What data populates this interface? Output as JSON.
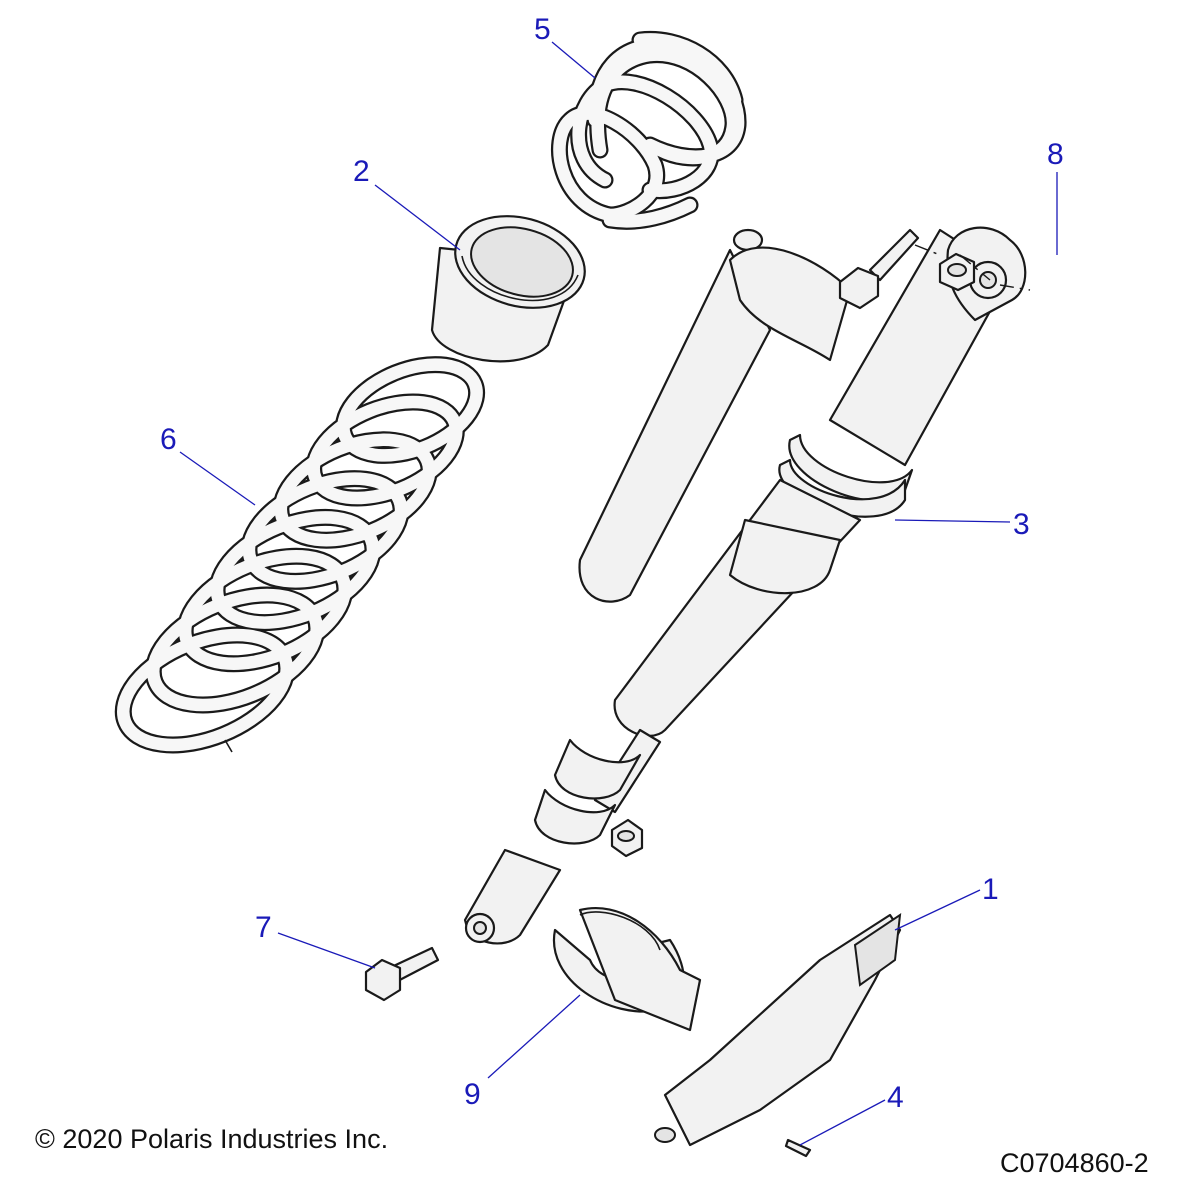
{
  "callouts": {
    "c1": "1",
    "c2": "2",
    "c3": "3",
    "c4": "4",
    "c5": "5",
    "c6": "6",
    "c7": "7",
    "c8": "8",
    "c9": "9"
  },
  "footer": {
    "copyright": "© 2020 Polaris Industries Inc.",
    "drawing_number": "C0704860-2"
  },
  "colors": {
    "callout": "#1a1ab8",
    "line": "#1a1a1a",
    "part_fill": "#f2f2f2"
  }
}
